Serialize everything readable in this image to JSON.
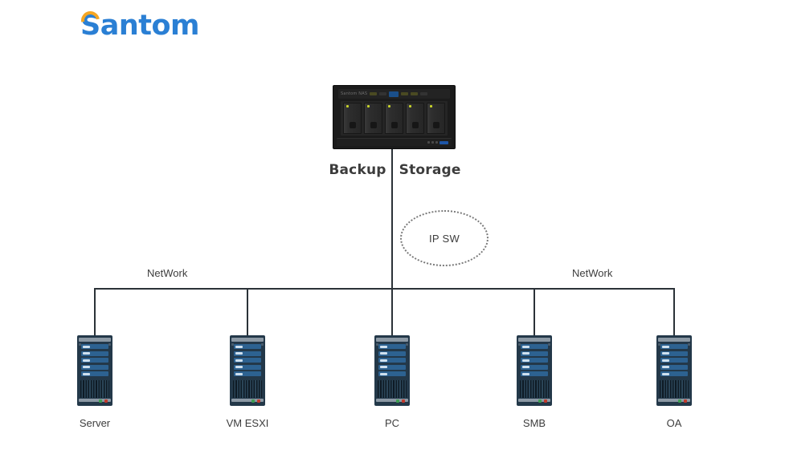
{
  "brand": {
    "name": "Santom",
    "text_color": "#2a7fd4",
    "accent_color": "#f5a623",
    "accent_icon": "crescent-swoosh-icon"
  },
  "diagram": {
    "title_left": "Backup",
    "title_right": "Storage",
    "storage_device": {
      "name": "nas-appliance",
      "bay_count": 5,
      "brand_text": "Santom NAS",
      "bay_led_color": "#c8d42a",
      "status_strip_color": "#1d56a8",
      "body_color": "#1b1b1b"
    },
    "switch": {
      "label": "IP SW",
      "shape": "dotted-ellipse",
      "border_color": "#7a7a7a"
    },
    "network_labels": [
      {
        "name": "network-label-left",
        "text": "NetWork"
      },
      {
        "name": "network-label-right",
        "text": "NetWork"
      }
    ],
    "link_color": "#2b3238",
    "nodes": [
      {
        "id": "server",
        "label": "Server",
        "icon": "server-tower-icon"
      },
      {
        "id": "vm-esxi",
        "label": "VM ESXI",
        "icon": "server-tower-icon"
      },
      {
        "id": "pc",
        "label": "PC",
        "icon": "server-tower-icon"
      },
      {
        "id": "smb",
        "label": "SMB",
        "icon": "server-tower-icon"
      },
      {
        "id": "oa",
        "label": "OA",
        "icon": "server-tower-icon"
      }
    ],
    "node_style": {
      "body_color": "#233849",
      "bay_color": "#2d6291",
      "trim_color": "#8b98a4",
      "led_green": "#3e9e52",
      "led_red": "#c0392b",
      "bay_count": 5
    }
  }
}
